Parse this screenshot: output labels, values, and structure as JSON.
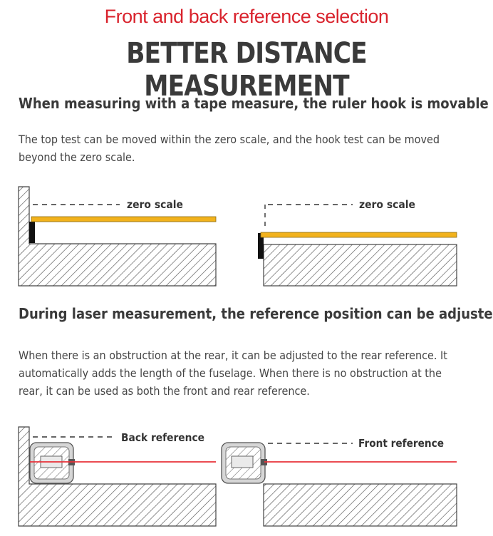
{
  "header": {
    "subtitle": "Front and back reference selection",
    "title": "BETTER DISTANCE MEASUREMENT"
  },
  "tape_section": {
    "heading": "When measuring with a tape measure, the ruler hook is movable",
    "description": "The top test can be moved within the zero scale, and the hook test can be moved beyond the zero scale.",
    "left_label": "zero scale",
    "right_label": "zero scale"
  },
  "laser_section": {
    "heading": "During laser measurement, the reference position can be adjusted",
    "description": "When there is an obstruction at the rear, it can be adjusted to the rear reference. It automatically adds the length of the fuselage. When there is no obstruction at the rear, it can be used as both the front and rear reference.",
    "left_label": "Back reference",
    "right_label": "Front reference"
  },
  "colors": {
    "accent_red": "#d9232d",
    "tape_yellow": "#f2b21c",
    "laser_red": "#e8323a",
    "hatch": "#555555"
  }
}
